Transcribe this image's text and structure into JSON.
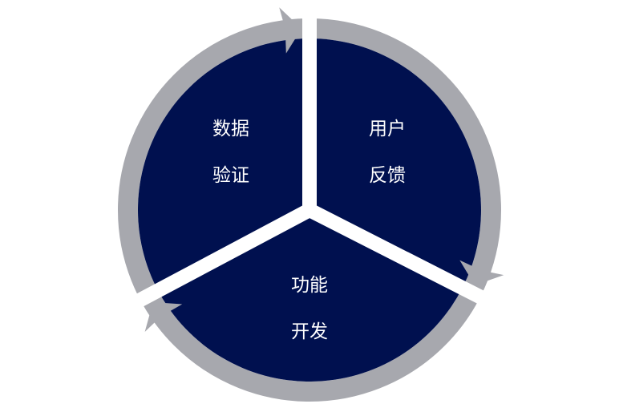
{
  "diagram": {
    "type": "cycle",
    "colors": {
      "segment": "#00104f",
      "ring": "#a7a8ae",
      "gap": "#ffffff",
      "text": "#ffffff"
    },
    "segments": [
      {
        "line1": "用户",
        "line2": "反馈"
      },
      {
        "line1": "功能",
        "line2": "开发"
      },
      {
        "line1": "数据",
        "line2": "验证"
      }
    ]
  }
}
